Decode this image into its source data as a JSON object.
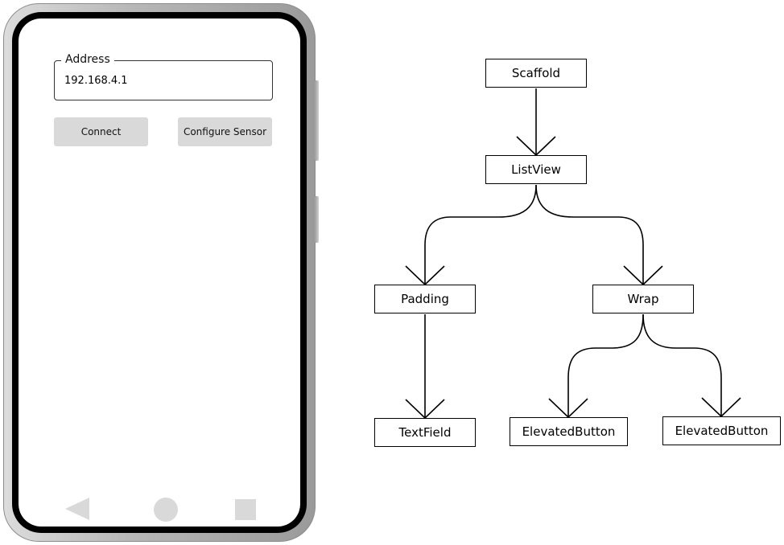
{
  "phone": {
    "address_field": {
      "label": "Address",
      "value": "192.168.4.1"
    },
    "buttons": {
      "connect": "Connect",
      "configure": "Configure Sensor"
    },
    "nav_bar": {
      "back_icon": "triangle-back-icon",
      "home_icon": "circle-home-icon",
      "recent_icon": "square-recent-icon",
      "color": "#d9d9d9"
    }
  },
  "widget_tree": {
    "nodes": {
      "scaffold": "Scaffold",
      "listview": "ListView",
      "padding": "Padding",
      "wrap": "Wrap",
      "textfield": "TextField",
      "elevated_button_1": "ElevatedButton",
      "elevated_button_2": "ElevatedButton"
    },
    "edges": [
      [
        "scaffold",
        "listview"
      ],
      [
        "listview",
        "padding"
      ],
      [
        "listview",
        "wrap"
      ],
      [
        "padding",
        "textfield"
      ],
      [
        "wrap",
        "elevated_button_1"
      ],
      [
        "wrap",
        "elevated_button_2"
      ]
    ]
  }
}
